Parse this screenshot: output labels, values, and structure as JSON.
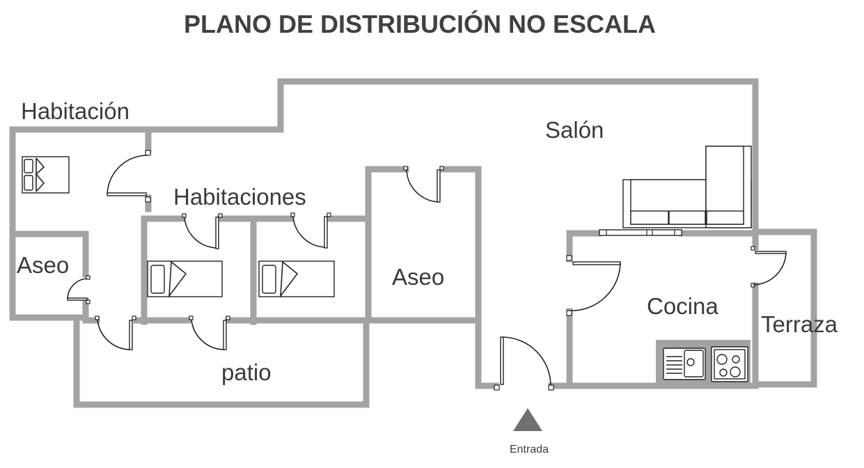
{
  "header": {
    "title": "PLANO DE DISTRIBUCIÓN NO ESCALA"
  },
  "rooms": {
    "habitacion": "Habitación",
    "habitaciones": "Habitaciones",
    "aseo_left": "Aseo",
    "aseo_center": "Aseo",
    "patio": "patio",
    "salon": "Salón",
    "cocina": "Cocina",
    "terraza": "Terraza"
  },
  "entrance": {
    "label": "Entrada",
    "marker": "triangle-up-icon",
    "color": "#6e7170"
  },
  "colors": {
    "wall": "#a3a3a3",
    "text": "#3a3a3a",
    "furniture_line": "#222222"
  }
}
